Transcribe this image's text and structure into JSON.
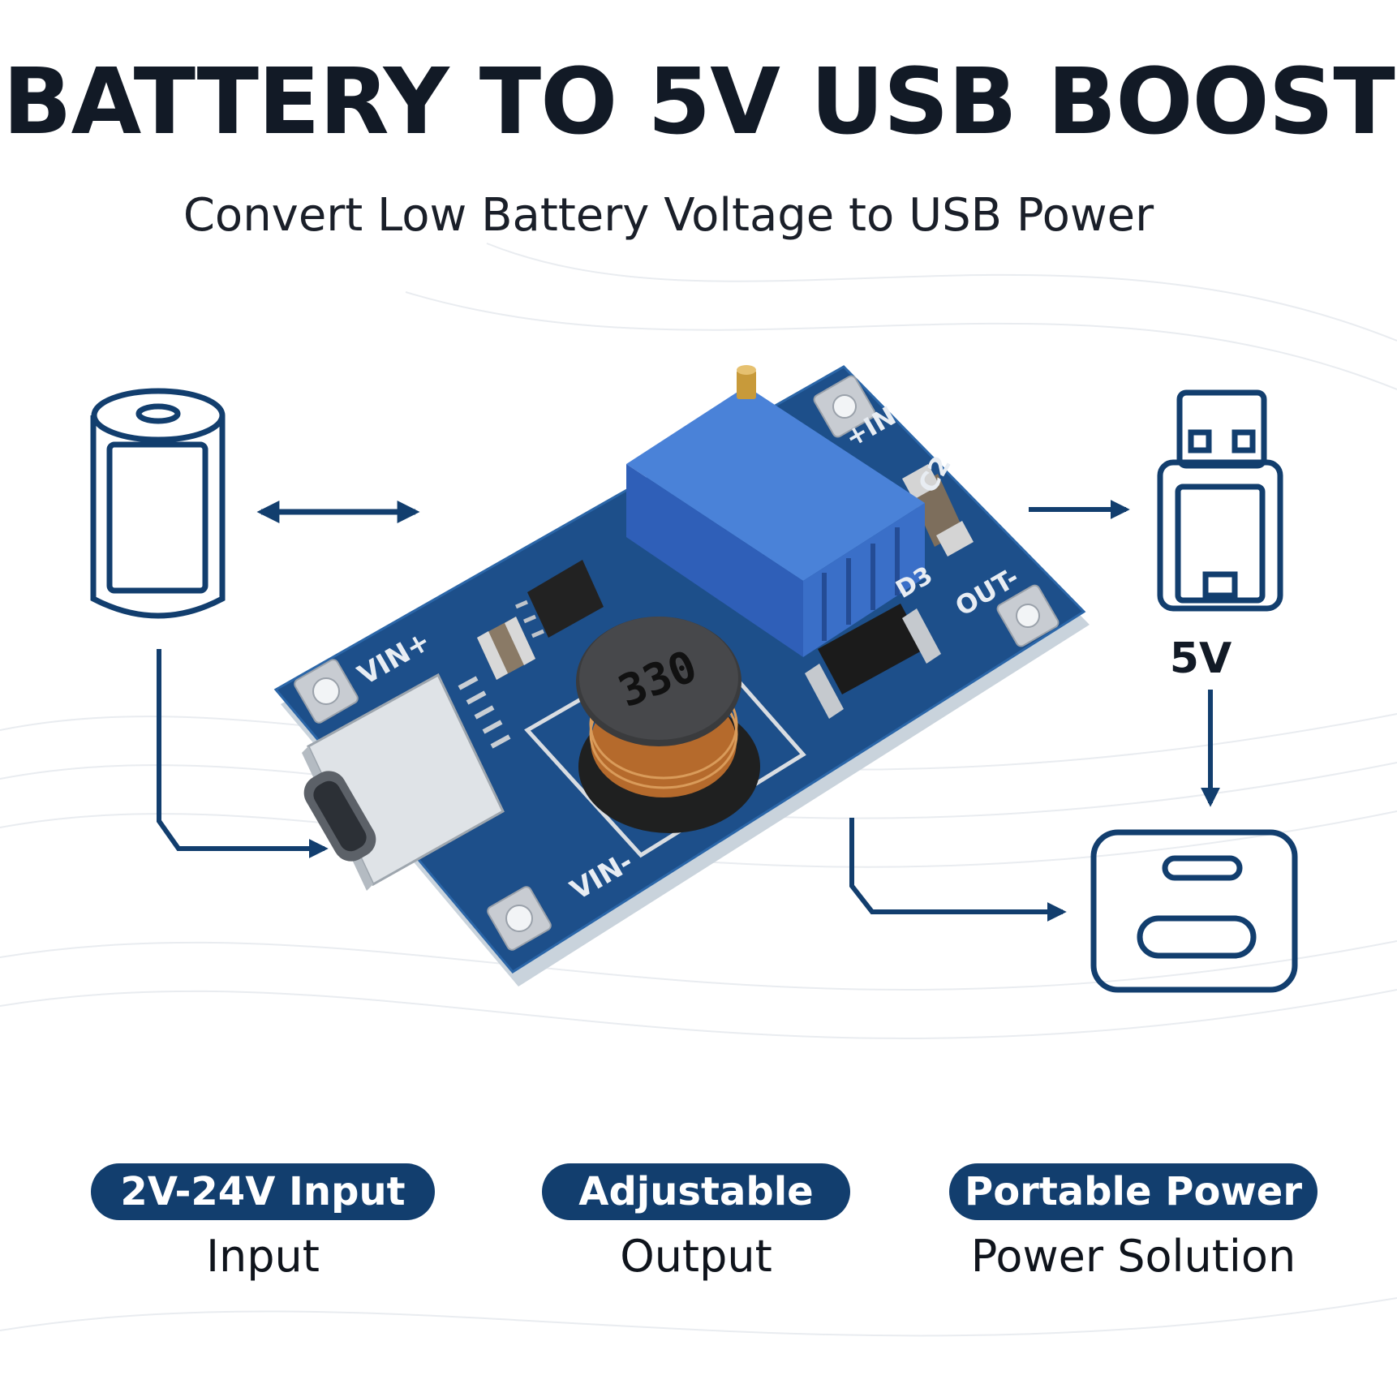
{
  "header": {
    "title": "BATTERY TO 5V USB BOOST",
    "subtitle": "Convert Low Battery Voltage to USB Power"
  },
  "board": {
    "pot_label": "+IN",
    "cap_label": "C2",
    "diode_label": "D3",
    "out_label": "OUT-",
    "vin_plus_label": "VIN+",
    "vin_minus_label": "VIN-",
    "inductor_code": "330"
  },
  "flow": {
    "output_voltage": "5V"
  },
  "features": [
    {
      "badge": "2V-24V Input",
      "caption": "Input"
    },
    {
      "badge": "Adjustable",
      "caption": "Output"
    },
    {
      "badge": "Portable Power",
      "caption": "Power Solution"
    }
  ],
  "colors": {
    "accent": "#123e6e",
    "pcb": "#1d4f8a",
    "potentiometer": "#3a6fc8"
  },
  "icons": [
    "battery-icon",
    "usb-plug-icon",
    "usb-port-icon",
    "double-arrow-icon"
  ]
}
